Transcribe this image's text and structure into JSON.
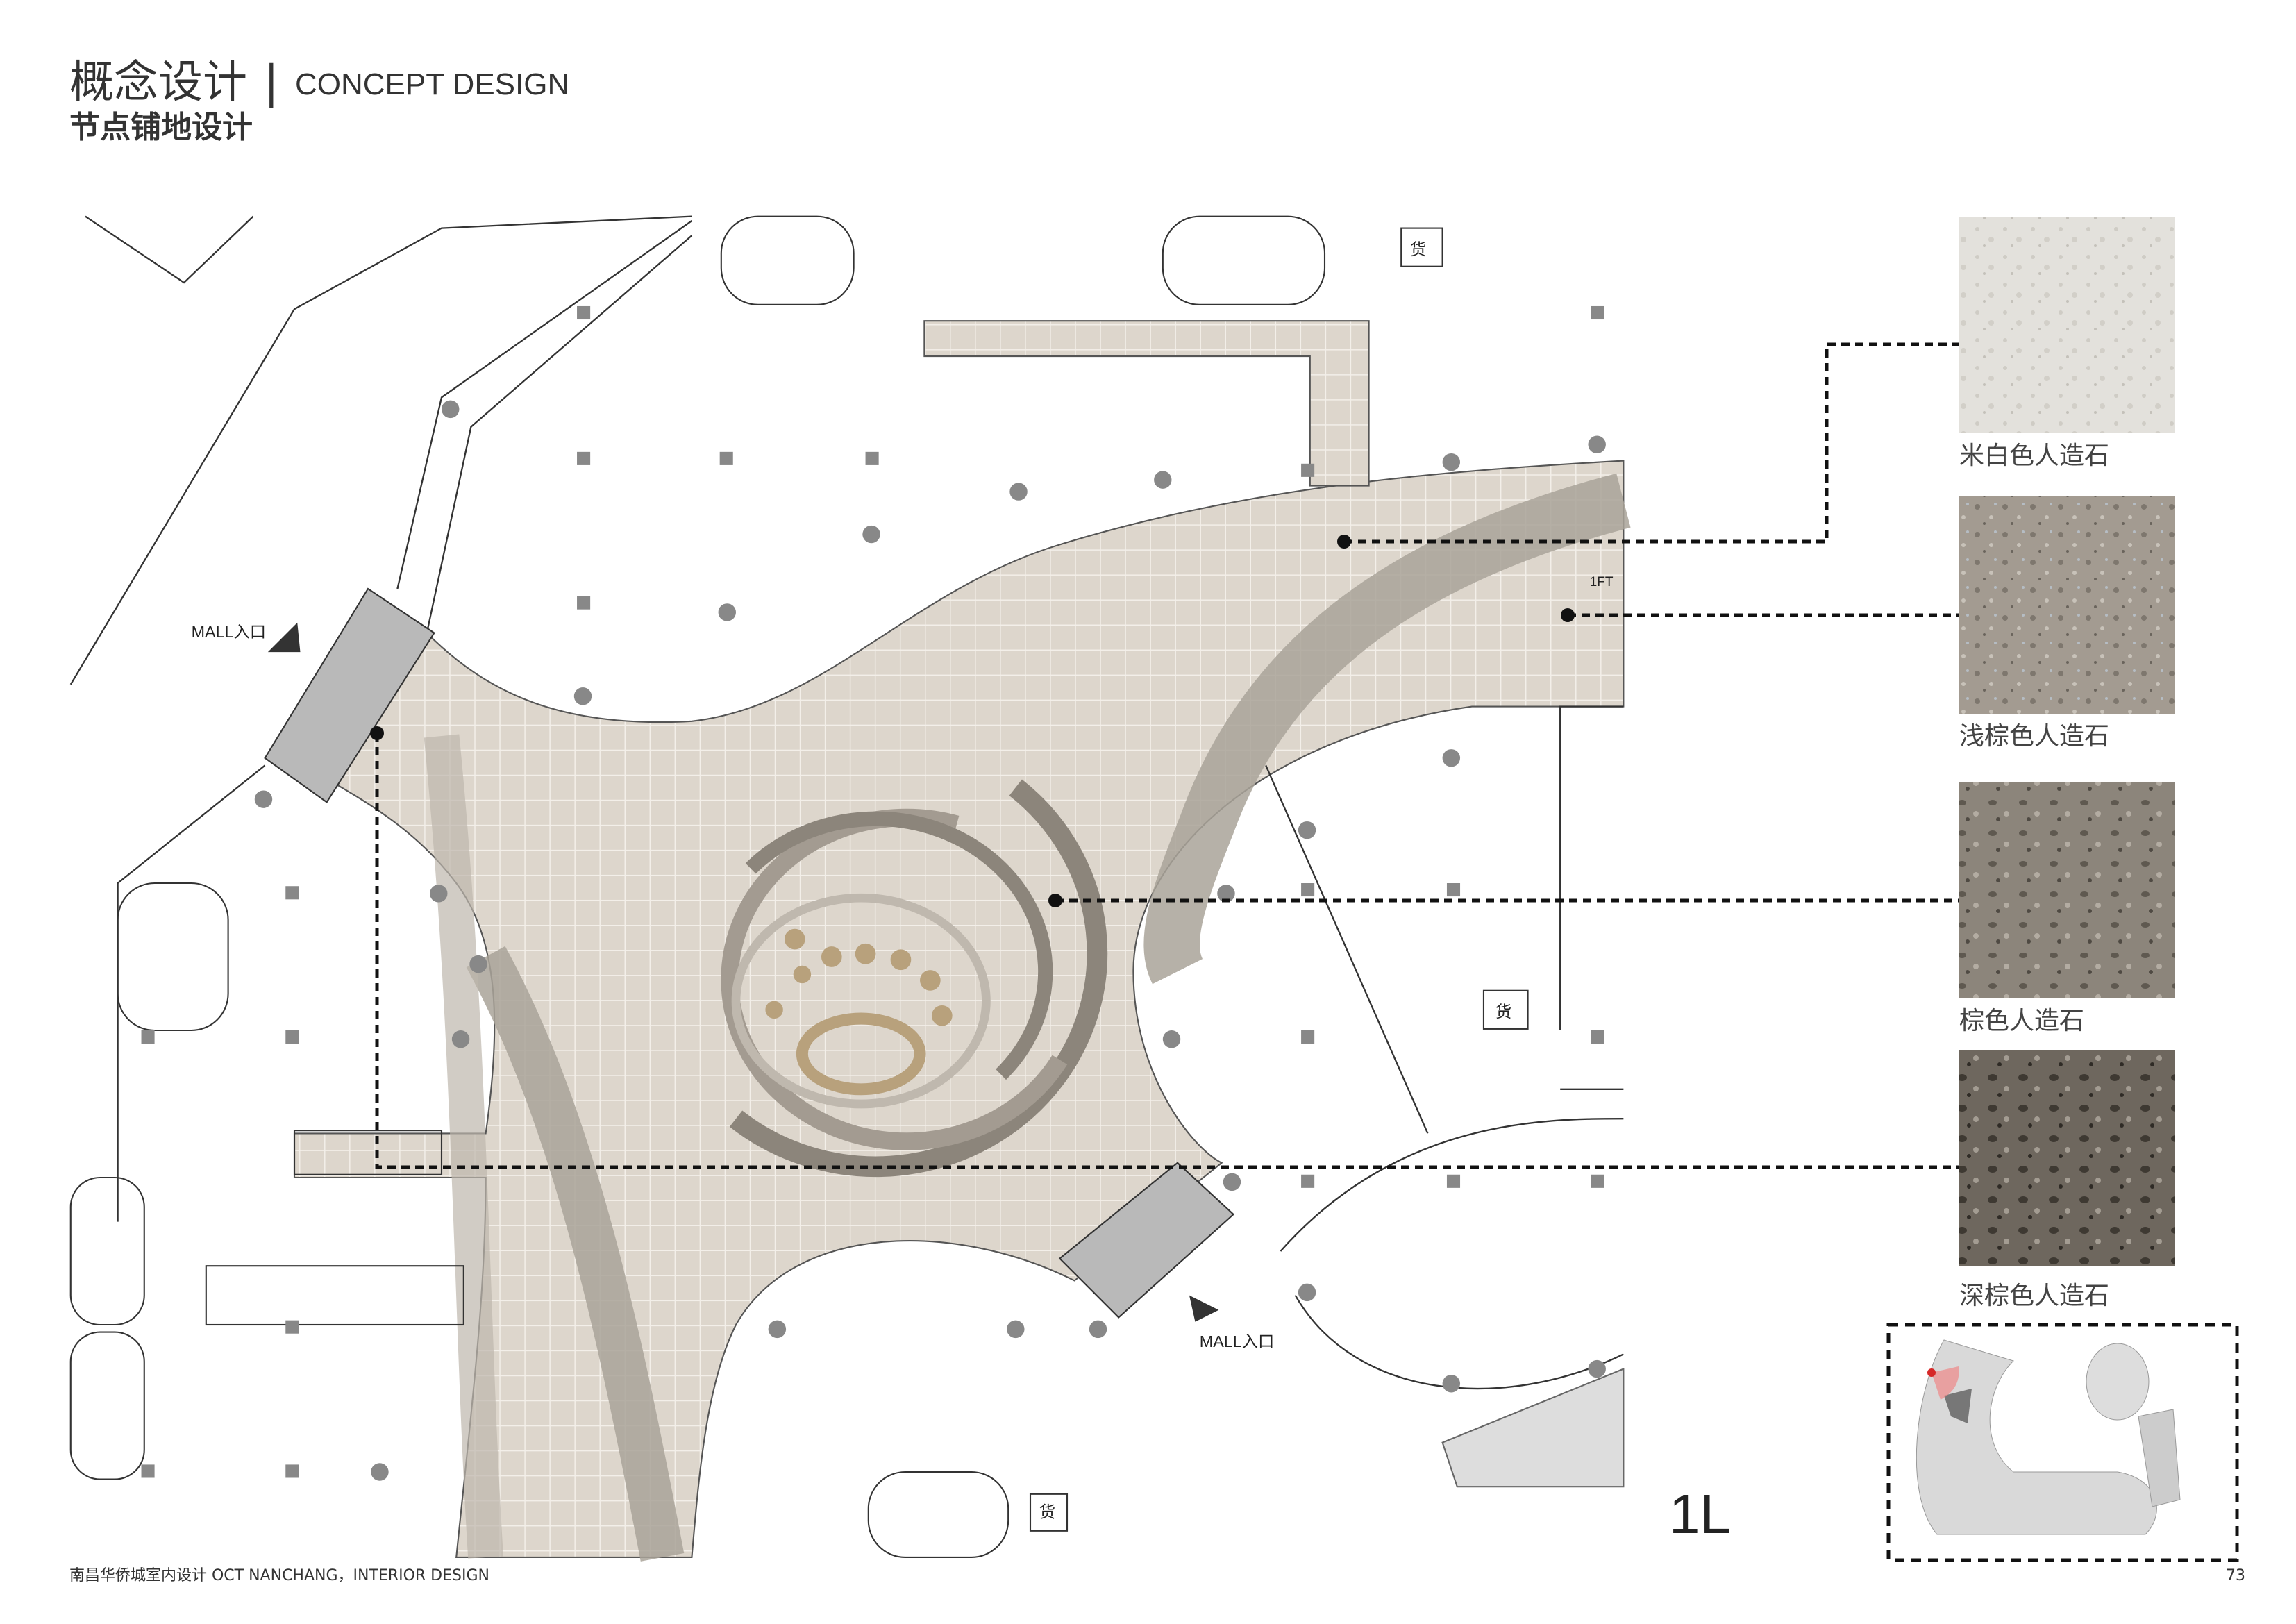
{
  "header": {
    "title_cn": "概念设计",
    "separator": "|",
    "title_en": "CONCEPT DESIGN",
    "subtitle": "节点铺地设计"
  },
  "plan": {
    "entrance_left": "MALL入口",
    "entrance_bottom": "MALL入口",
    "ft_label": "1FT",
    "cargo_labels": [
      "货",
      "货",
      "货"
    ],
    "floor_label": "1L"
  },
  "materials": [
    {
      "name": "米白色人造石",
      "color": "#e3e1dc",
      "speck": "#c9c6bf"
    },
    {
      "name": "浅棕色人造石",
      "color": "#a39b91",
      "speck": "#7e776e"
    },
    {
      "name": "棕色人造石",
      "color": "#8c857b",
      "speck": "#5f5950"
    },
    {
      "name": "深棕色人造石",
      "color": "#6e675e",
      "speck": "#3e3932"
    }
  ],
  "footer": {
    "project": "南昌华侨城室内设计  OCT NANCHANG，INTERIOR DESIGN",
    "page": "73"
  },
  "colors": {
    "plaza": "#ddd6cc",
    "band": "#a9a399",
    "gold": "#b8a17c",
    "marker": "#d62828"
  }
}
